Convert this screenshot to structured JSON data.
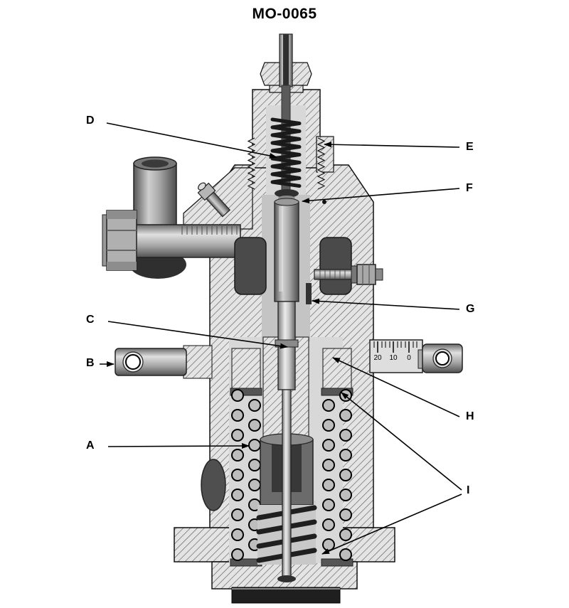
{
  "title": "MO-0065",
  "labels": {
    "a": "A",
    "b": "B",
    "c": "C",
    "d": "D",
    "e": "E",
    "f": "F",
    "g": "G",
    "h": "H",
    "i": "I"
  },
  "ruler": {
    "ticks": {
      "t20": "20",
      "t10": "10",
      "t0": "0"
    }
  },
  "colors": {
    "ink": "#000000",
    "hatch_fill": "#e4e4e4",
    "metal_dark": "#4a4a4a",
    "metal_mid": "#9a9a9a",
    "metal_light": "#d9d9d9",
    "background": "#ffffff"
  }
}
